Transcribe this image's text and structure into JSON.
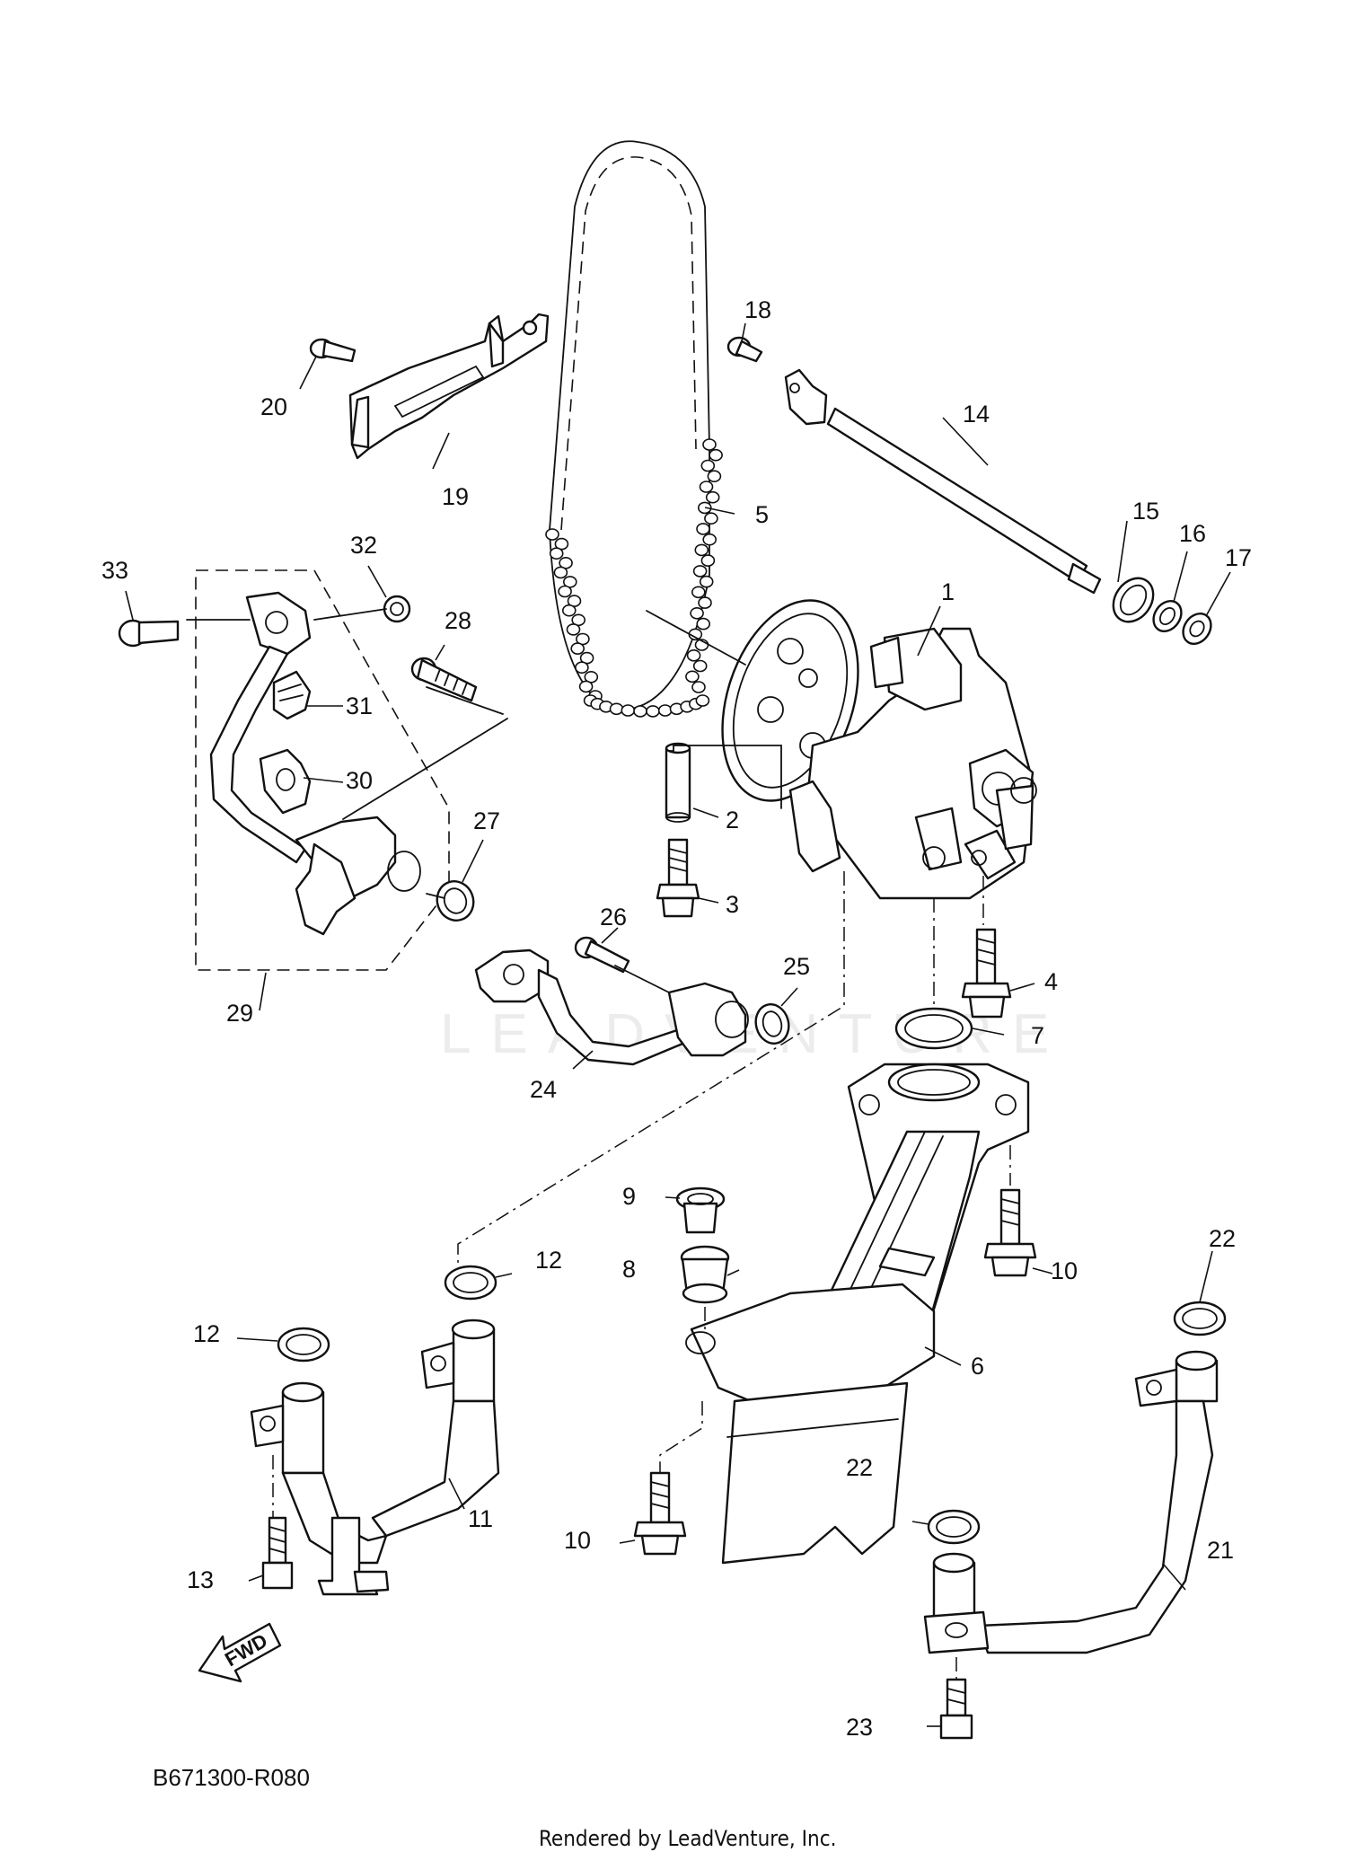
{
  "diagram": {
    "watermark_text": "LEADVENTURE",
    "drawing_code": "B671300-R080",
    "footer_text": "Rendered by LeadVenture, Inc.",
    "fwd_label": "FWD",
    "callouts": {
      "p1": "1",
      "p2": "2",
      "p3": "3",
      "p4": "4",
      "p5": "5",
      "p6": "6",
      "p7": "7",
      "p8": "8",
      "p9": "9",
      "p10a": "10",
      "p10b": "10",
      "p11": "11",
      "p12a": "12",
      "p12b": "12",
      "p13": "13",
      "p14": "14",
      "p15": "15",
      "p16": "16",
      "p17": "17",
      "p18": "18",
      "p19": "19",
      "p20": "20",
      "p21": "21",
      "p22a": "22",
      "p22b": "22",
      "p23": "23",
      "p24": "24",
      "p25": "25",
      "p26": "26",
      "p27": "27",
      "p28": "28",
      "p29": "29",
      "p30": "30",
      "p31": "31",
      "p32": "32",
      "p33": "33"
    }
  }
}
